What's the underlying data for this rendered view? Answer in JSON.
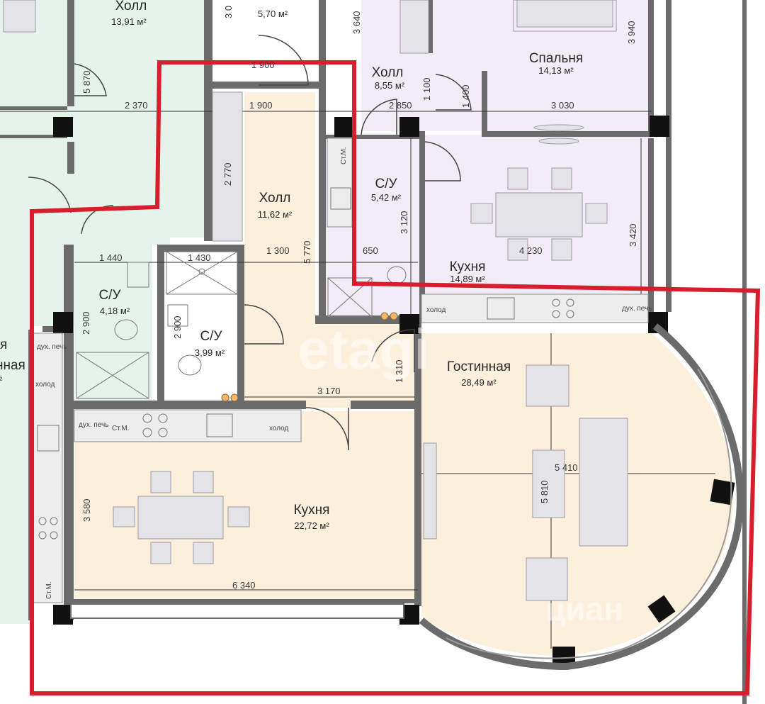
{
  "rooms": {
    "holl_top_left": {
      "name": "Холл",
      "area": "13,91 м²"
    },
    "room_top_mid": {
      "area": "5,70 м²"
    },
    "holl_top_right": {
      "name": "Холл",
      "area": "8,55 м²"
    },
    "bedroom": {
      "name": "Спальня",
      "area": "14,13 м²"
    },
    "holl_center": {
      "name": "Холл",
      "area": "11,62 м²"
    },
    "bath_right": {
      "name": "С/У",
      "area": "5,42 м²"
    },
    "kitchen_right": {
      "name": "Кухня",
      "area": "14,89 м²"
    },
    "bath_left": {
      "name": "С/У",
      "area": "4,18 м²"
    },
    "bath_mid": {
      "name": "С/У",
      "area": "3,99 м²"
    },
    "living": {
      "name": "Гостинная",
      "area": "28,49 м²"
    },
    "kitchen_main": {
      "name": "Кухня",
      "area": "22,72 м²"
    },
    "left_edge_fragment": {
      "name": "нная",
      "area": "м²",
      "prefix": "я"
    }
  },
  "dimensions": {
    "d5870": "5 870",
    "d3_top": "3 0",
    "d3640": "3 640",
    "d3940": "3 940",
    "d1100": "1 100",
    "d1400": "1 400",
    "d2370": "2 370",
    "d1900": "1 900",
    "d2850": "2 850",
    "d3030": "3 030",
    "d2770": "2 770",
    "d3120": "3 120",
    "d3420": "3 420",
    "d1440": "1 440",
    "d1430": "1 430",
    "d1300": "1 300",
    "d5770": "5 770",
    "d650": "650",
    "d4230": "4 230",
    "d2900a": "2 900",
    "d2900b": "2 900",
    "d1310": "1 310",
    "d3170": "3 170",
    "d3580": "3 580",
    "d5410": "5 410",
    "d5810": "5 810",
    "d6340": "6 340",
    "d1900b": "1 900"
  },
  "fixtures": {
    "stm_top": "Ст.М.",
    "stm_kitchen": "Ст.М.",
    "stm_left": "Ст.М.",
    "duh_pech_right": "дух. печь",
    "duh_pech_kitchen": "дух. печь",
    "duh_pech_left": "дух. печь",
    "holod_right": "холод",
    "holod_kitchen": "холод",
    "holod_left": "холод"
  },
  "watermarks": {
    "etagi": "etagi",
    "cian": "циан"
  },
  "colors": {
    "highlight": "#d81e2c",
    "wall": "#6b6b6b",
    "warm_fill": "#fcefdc",
    "green_fill": "#e6f3ea",
    "lilac_fill": "#f1ecf6",
    "furniture": "#e4e4e8"
  }
}
